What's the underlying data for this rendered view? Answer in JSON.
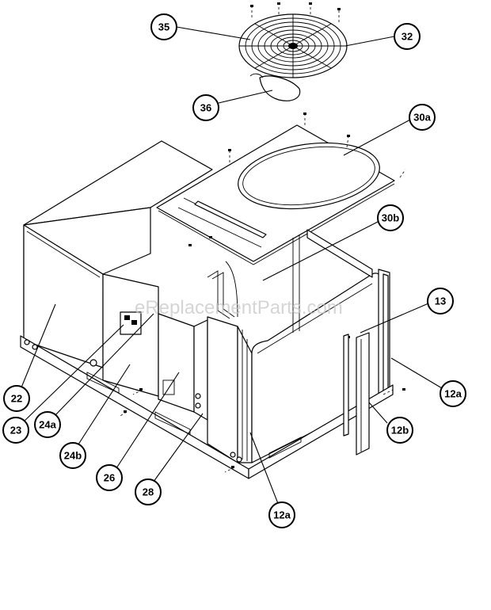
{
  "watermark": "eReplacementParts.com",
  "colors": {
    "line": "#000000",
    "background": "#ffffff",
    "watermark": "#c8c8c8"
  },
  "callouts": [
    {
      "id": "35",
      "label": "35"
    },
    {
      "id": "32",
      "label": "32"
    },
    {
      "id": "36",
      "label": "36"
    },
    {
      "id": "30a",
      "label": "30a"
    },
    {
      "id": "30b",
      "label": "30b"
    },
    {
      "id": "13",
      "label": "13"
    },
    {
      "id": "12a-right",
      "label": "12a"
    },
    {
      "id": "12b",
      "label": "12b"
    },
    {
      "id": "22",
      "label": "22"
    },
    {
      "id": "23",
      "label": "23"
    },
    {
      "id": "24a",
      "label": "24a"
    },
    {
      "id": "24b",
      "label": "24b"
    },
    {
      "id": "26",
      "label": "26"
    },
    {
      "id": "28",
      "label": "28"
    },
    {
      "id": "12a-bottom",
      "label": "12a"
    }
  ]
}
